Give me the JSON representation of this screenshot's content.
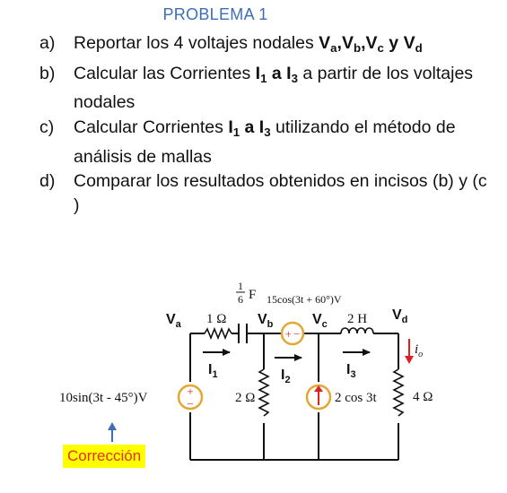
{
  "title": "PROBLEMA 1",
  "items": [
    {
      "label": "a)",
      "parts": [
        "Reportar los 4 voltajes nodales ",
        "V",
        "a",
        ",",
        "V",
        "b",
        ",",
        "V",
        "c",
        " y ",
        "V",
        "d"
      ]
    },
    {
      "label": "b)",
      "parts": [
        "Calcular las Corrientes ",
        "I",
        "1",
        " a ",
        "I",
        "3",
        " a partir de los voltajes nodales"
      ]
    },
    {
      "label": "c)",
      "parts": [
        "Calcular Corrientes ",
        "I",
        "1",
        " a ",
        "I",
        "3",
        " utilizando el método de análisis de mallas"
      ]
    },
    {
      "label": "d)",
      "parts": [
        "Comparar los resultados obtenidos en incisos (b) y (c )"
      ]
    }
  ],
  "circuit": {
    "nodes": {
      "va": "V",
      "va_sub": "a",
      "vb": "V",
      "vb_sub": "b",
      "vc": "V",
      "vc_sub": "c",
      "vd": "V",
      "vd_sub": "d"
    },
    "resistor1": "1 Ω",
    "capacitor_num": "1",
    "capacitor_den": "6",
    "capacitor_unit": "F",
    "dep_source": "15cos(3t + 60°)V",
    "inductor": "2 H",
    "resistor2": "2 Ω",
    "current_source": "2 cos 3t",
    "resistor3": "4 Ω",
    "voltage_source": "10sin(3t - 45°)V",
    "i1": "I",
    "i1_sub": "1",
    "i2": "I",
    "i2_sub": "2",
    "i3": "I",
    "i3_sub": "3",
    "io": "i",
    "io_sub": "o",
    "plus": "+",
    "minus": "−"
  },
  "correction_label": "Corrección",
  "colors": {
    "title": "#3c6fb6",
    "source_outline": "#e2a833",
    "arrow_red": "#e02020",
    "arrow_blue": "#3c6fb6",
    "highlight": "#ffff00",
    "correction_text": "#e53018"
  }
}
